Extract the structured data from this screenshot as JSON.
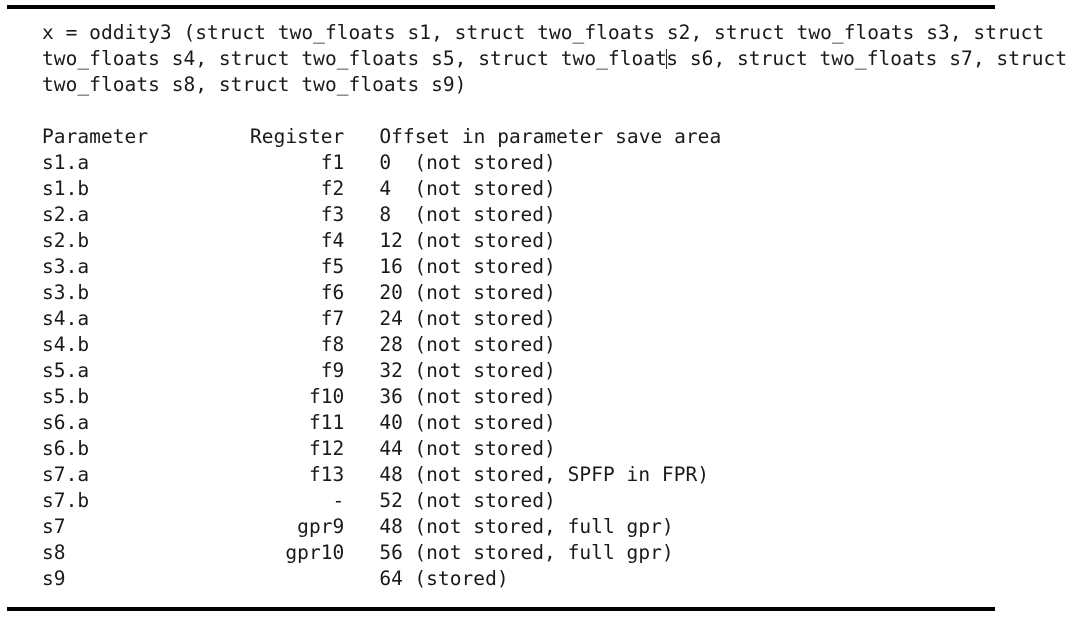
{
  "document": {
    "signature": {
      "lines": [
        "x = oddity3 (struct two_floats s1, struct two_floats s2, struct two_floats s3, struct",
        "two_floats s4, struct two_floats s5, struct two_float",
        "s s6, struct two_floats s7, struct",
        "two_floats s8, struct two_floats s9)"
      ],
      "full_text": "x = oddity3 (struct two_floats s1, struct two_floats s2, struct two_floats s3, struct two_floats s4, struct two_floats s5, struct two_floats s6, struct two_floats s7, struct two_floats s8, struct two_floats s9)",
      "caret_present": true
    },
    "table": {
      "headers": {
        "parameter": "Parameter",
        "register": "Register",
        "offset": "Offset in parameter save area"
      },
      "rows": [
        {
          "parameter": "s1.a",
          "register": "f1",
          "offset": "0",
          "note": "(not stored)"
        },
        {
          "parameter": "s1.b",
          "register": "f2",
          "offset": "4",
          "note": "(not stored)"
        },
        {
          "parameter": "s2.a",
          "register": "f3",
          "offset": "8",
          "note": "(not stored)"
        },
        {
          "parameter": "s2.b",
          "register": "f4",
          "offset": "12",
          "note": "(not stored)"
        },
        {
          "parameter": "s3.a",
          "register": "f5",
          "offset": "16",
          "note": "(not stored)"
        },
        {
          "parameter": "s3.b",
          "register": "f6",
          "offset": "20",
          "note": "(not stored)"
        },
        {
          "parameter": "s4.a",
          "register": "f7",
          "offset": "24",
          "note": "(not stored)"
        },
        {
          "parameter": "s4.b",
          "register": "f8",
          "offset": "28",
          "note": "(not stored)"
        },
        {
          "parameter": "s5.a",
          "register": "f9",
          "offset": "32",
          "note": "(not stored)"
        },
        {
          "parameter": "s5.b",
          "register": "f10",
          "offset": "36",
          "note": "(not stored)"
        },
        {
          "parameter": "s6.a",
          "register": "f11",
          "offset": "40",
          "note": "(not stored)"
        },
        {
          "parameter": "s6.b",
          "register": "f12",
          "offset": "44",
          "note": "(not stored)"
        },
        {
          "parameter": "s7.a",
          "register": "f13",
          "offset": "48",
          "note": "(not stored, SPFP in FPR)"
        },
        {
          "parameter": "s7.b",
          "register": "-",
          "offset": "52",
          "note": "(not stored)"
        },
        {
          "parameter": "s7",
          "register": "gpr9",
          "offset": "48",
          "note": "(not stored, full gpr)"
        },
        {
          "parameter": "s8",
          "register": "gpr10",
          "offset": "56",
          "note": "(not stored, full gpr)"
        },
        {
          "parameter": "s9",
          "register": "",
          "offset": "64",
          "note": "(stored)"
        }
      ]
    },
    "colors": {
      "text": "#1a1a1a",
      "rule": "#000000",
      "background": "#ffffff"
    }
  }
}
